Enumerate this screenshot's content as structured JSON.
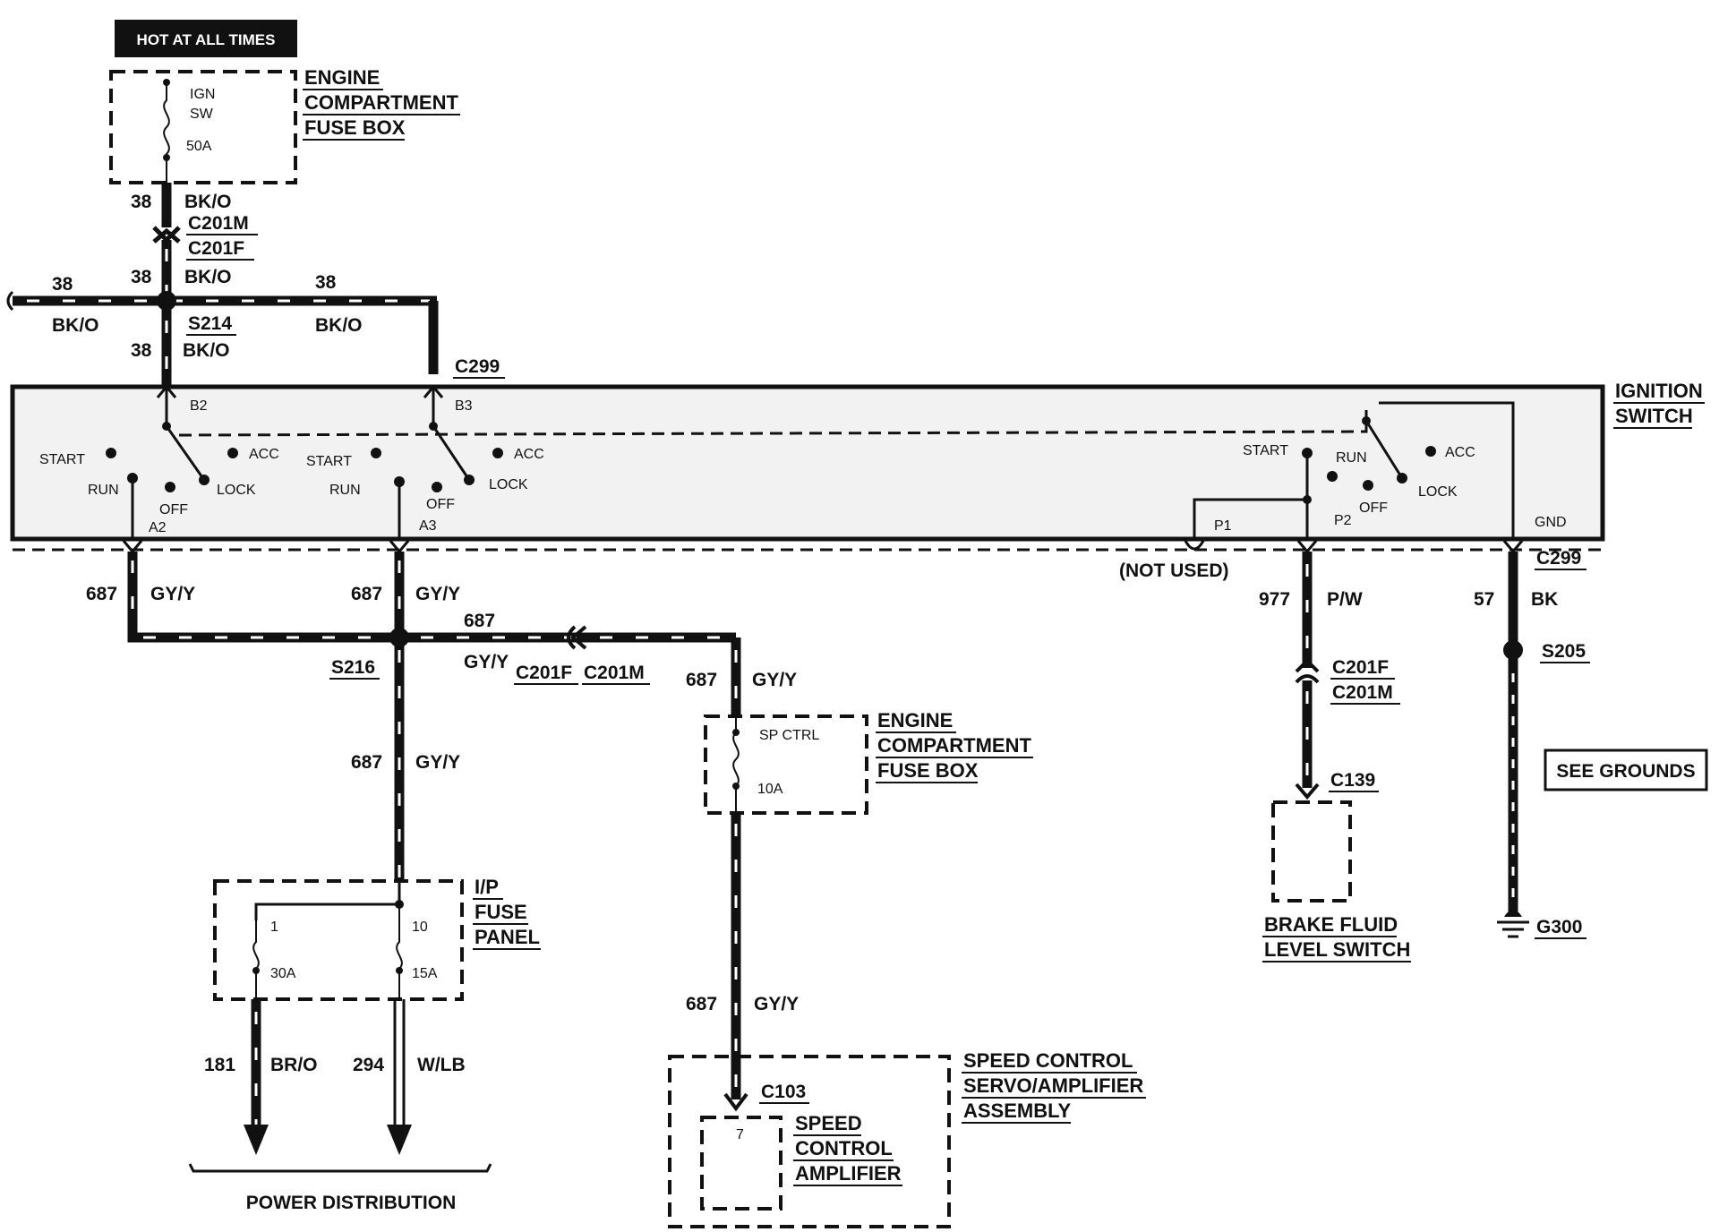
{
  "header": {
    "hot_at_all_times": "HOT AT ALL TIMES"
  },
  "components": {
    "ecfb_top": {
      "line1": "ENGINE",
      "line2": "COMPARTMENT",
      "line3": "FUSE BOX",
      "fuse_label1": "IGN",
      "fuse_label2": "SW",
      "rating": "50A"
    },
    "ignition_switch": {
      "line1": "IGNITION",
      "line2": "SWITCH"
    },
    "ecfb_mid": {
      "line1": "ENGINE",
      "line2": "COMPARTMENT",
      "line3": "FUSE BOX",
      "fuse_label": "SP CTRL",
      "rating": "10A"
    },
    "ip_fuse_panel": {
      "line1": "I/P",
      "line2": "FUSE",
      "line3": "PANEL",
      "fuse1_num": "1",
      "fuse1_rating": "30A",
      "fuse2_num": "10",
      "fuse2_rating": "15A"
    },
    "speed_control_assembly": {
      "line1": "SPEED CONTROL",
      "line2": "SERVO/AMPLIFIER",
      "line3": "ASSEMBLY"
    },
    "speed_control_amplifier": {
      "line1": "SPEED",
      "line2": "CONTROL",
      "line3": "AMPLIFIER",
      "pin": "7"
    },
    "brake_fluid_switch": {
      "line1": "BRAKE FLUID",
      "line2": "LEVEL SWITCH"
    },
    "see_grounds": "SEE GROUNDS",
    "power_distribution": "POWER DISTRIBUTION",
    "not_used": "(NOT USED)"
  },
  "switch_positions": {
    "start": "START",
    "run": "RUN",
    "off": "OFF",
    "acc": "ACC",
    "lock": "LOCK",
    "pins": {
      "b2": "B2",
      "b3": "B3",
      "a2": "A2",
      "a3": "A3",
      "p1": "P1",
      "p2": "P2",
      "gnd": "GND"
    }
  },
  "connectors": {
    "c201m": "C201M",
    "c201f": "C201F",
    "c299": "C299",
    "s214": "S214",
    "s216": "S216",
    "s205": "S205",
    "c139": "C139",
    "c103": "C103",
    "g300": "G300"
  },
  "circuits": {
    "c38": "38",
    "bko": "BK/O",
    "c687": "687",
    "gyy": "GY/Y",
    "c977": "977",
    "pw": "P/W",
    "c57": "57",
    "bk": "BK",
    "c181": "181",
    "bro": "BR/O",
    "c294": "294",
    "wlb": "W/LB"
  }
}
